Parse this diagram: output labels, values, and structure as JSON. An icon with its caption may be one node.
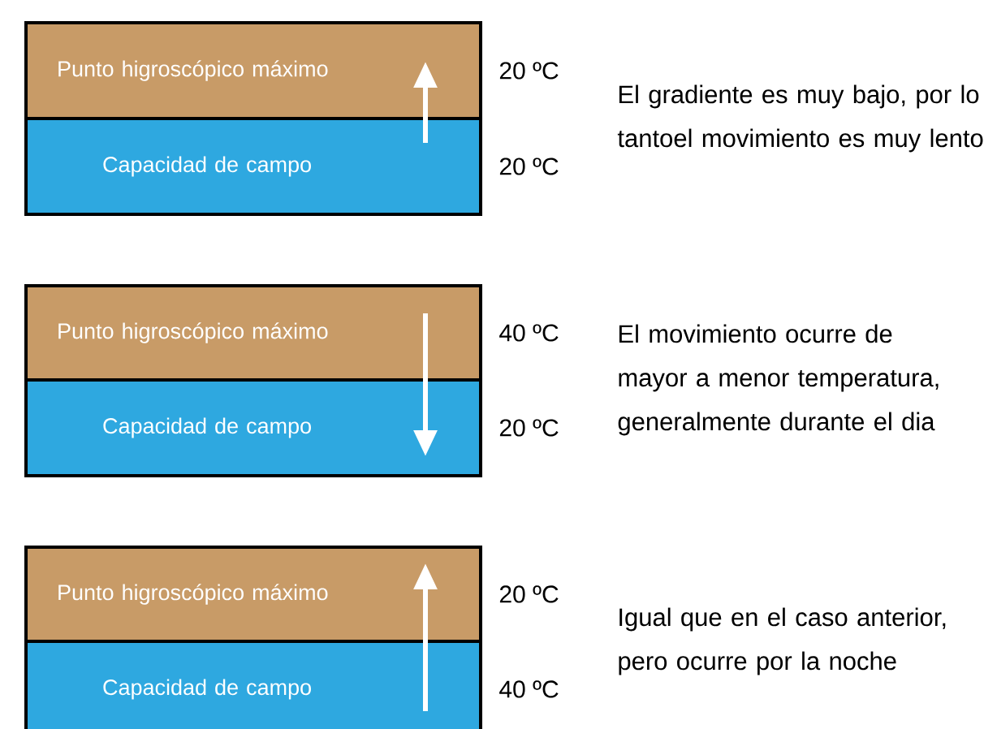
{
  "diagram": {
    "nodes": [
      {
        "text": [
          "Punto higroscópico máximo"
        ],
        "beside": [
          "20 ºC"
        ]
      },
      {
        "text": [
          "Capacidad de campo"
        ],
        "beside": [
          "20 ºC"
        ]
      },
      {
        "text": [
          "Punto higroscópico máximo"
        ],
        "beside": [
          "40 ºC"
        ]
      },
      {
        "text": [
          "Capacidad de campo"
        ],
        "beside": [
          "20 ºC"
        ]
      },
      {
        "text": [
          "Punto higroscópico máximo"
        ],
        "beside": [
          "20 ºC"
        ]
      },
      {
        "text": [
          "Capacidad de campo"
        ],
        "beside": [
          "40 ºC"
        ]
      }
    ],
    "edges": [
      {
        "from": 1,
        "to": 0,
        "arrow": "to",
        "color": "#ffffff"
      },
      {
        "from": 2,
        "to": 3,
        "arrow": "to",
        "color": "#ffffff"
      },
      {
        "from": 5,
        "to": 4,
        "arrow": "to",
        "color": "#ffffff"
      }
    ],
    "labels": [
      "El gradiente es muy bajo, por lo tantoel movimiento es muy lento",
      "El movimiento ocurre de mayor a menor temperatura, generalmente durante el dia",
      "Igual que en el caso anterior, pero ocurre por la noche"
    ]
  }
}
